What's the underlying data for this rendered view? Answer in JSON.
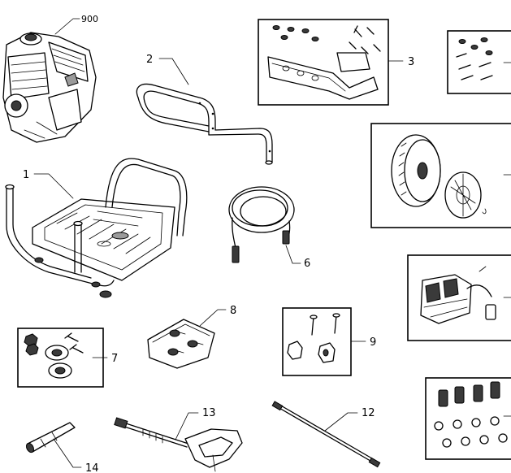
{
  "diagram": {
    "callouts": [
      {
        "id": "engine",
        "label": "900"
      },
      {
        "id": "frame",
        "label": "1"
      },
      {
        "id": "handle",
        "label": "2"
      },
      {
        "id": "bracket-kit",
        "label": "3"
      },
      {
        "id": "hose",
        "label": "6"
      },
      {
        "id": "wheel-hardware",
        "label": "7"
      },
      {
        "id": "bag-kit",
        "label": "8"
      },
      {
        "id": "bolt-kit",
        "label": "9"
      },
      {
        "id": "extension-wand",
        "label": "12"
      },
      {
        "id": "spray-gun",
        "label": "13"
      },
      {
        "id": "nozzle",
        "label": "14"
      }
    ]
  }
}
